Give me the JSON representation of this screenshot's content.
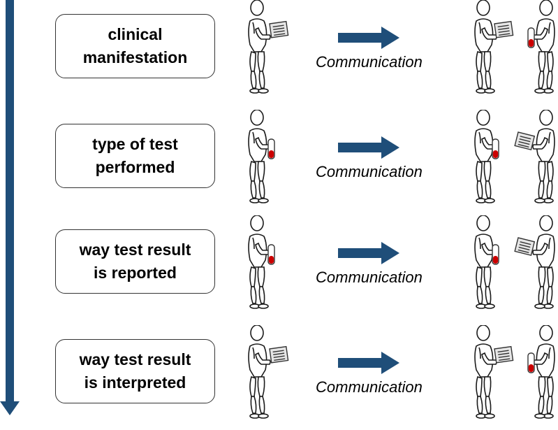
{
  "colors": {
    "arrow": "#1f4e79",
    "tube_red": "#cc0000",
    "outline": "#1a1a1a"
  },
  "stages": [
    {
      "label": "clinical\nmanifestation",
      "communication": "Communication",
      "sender_holds": "clipboard-icon",
      "receiver_left_holds": "clipboard-icon",
      "receiver_right_holds": "test-tube-icon"
    },
    {
      "label": "type of test\nperformed",
      "communication": "Communication",
      "sender_holds": "test-tube-icon",
      "receiver_left_holds": "test-tube-icon",
      "receiver_right_holds": "clipboard-icon"
    },
    {
      "label": "way test result\nis reported",
      "communication": "Communication",
      "sender_holds": "test-tube-icon",
      "receiver_left_holds": "test-tube-icon",
      "receiver_right_holds": "clipboard-icon"
    },
    {
      "label": "way test result\nis interpreted",
      "communication": "Communication",
      "sender_holds": "clipboard-icon",
      "receiver_left_holds": "clipboard-icon",
      "receiver_right_holds": "test-tube-icon"
    }
  ]
}
